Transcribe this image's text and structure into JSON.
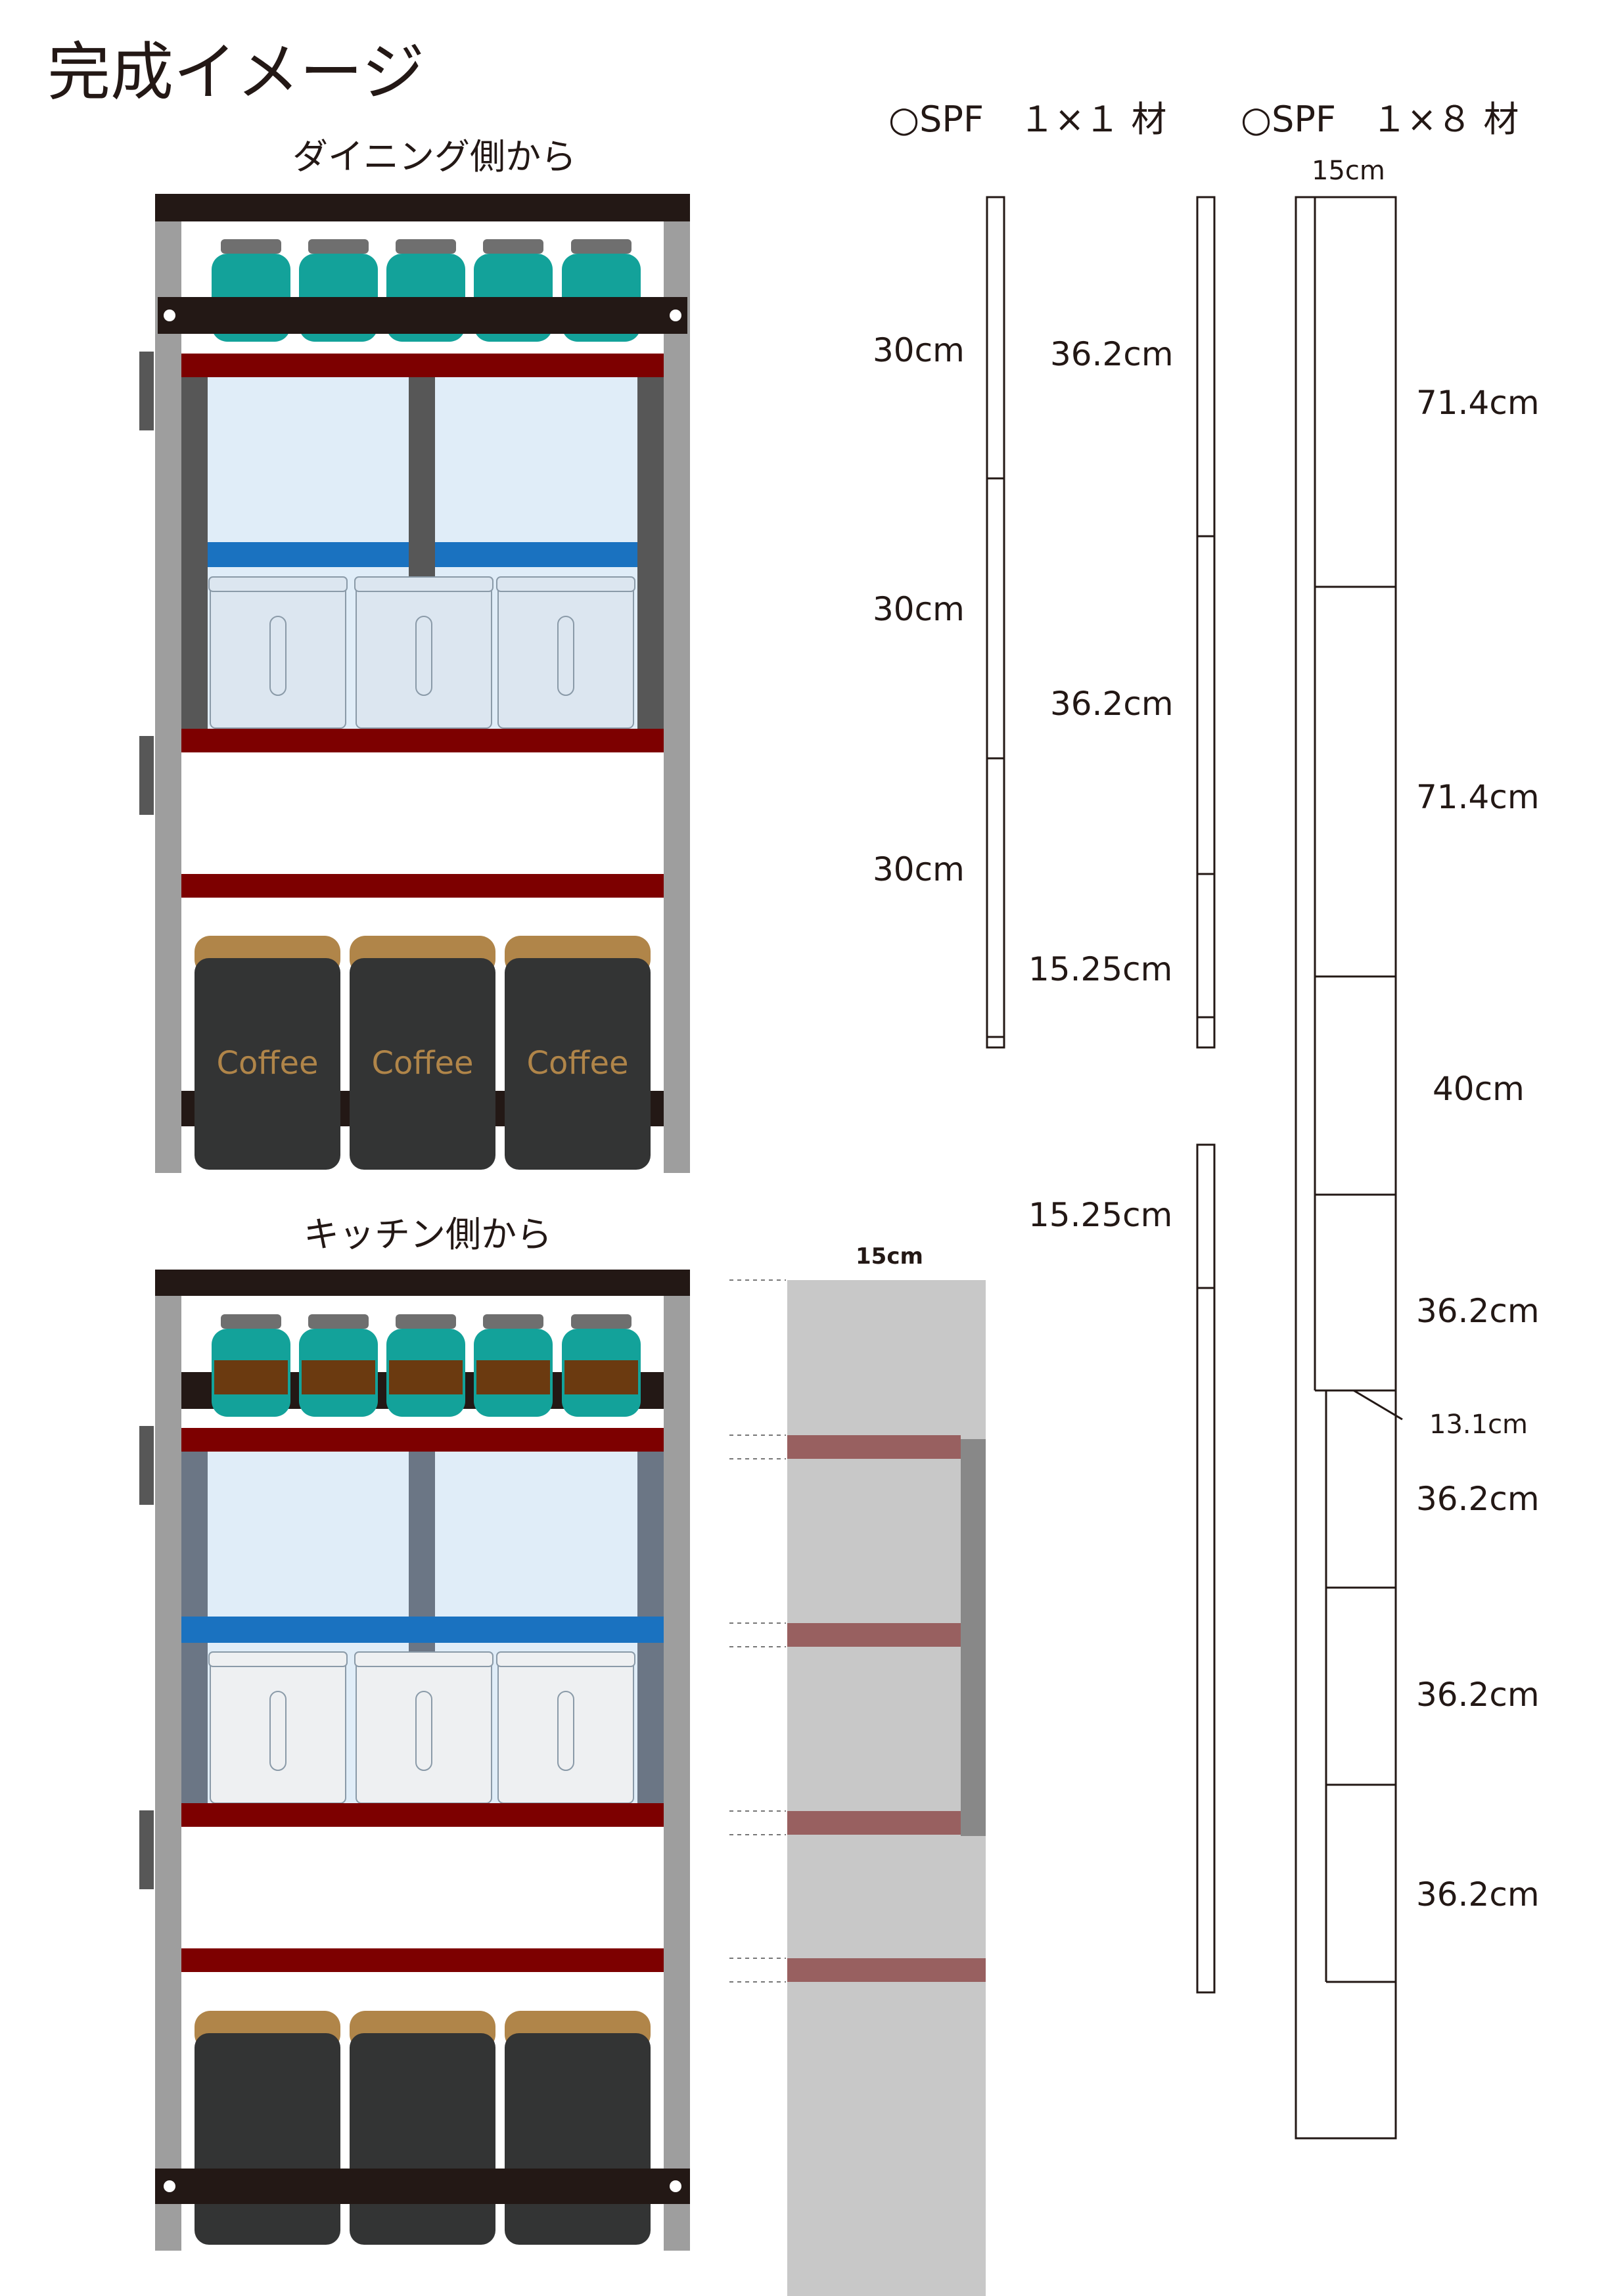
{
  "title": "完成イメージ",
  "views": {
    "dining_label": "ダイニング側から",
    "kitchen_label": "キッチン側から",
    "canister_label": "Coffee"
  },
  "side_width_label": "15cm",
  "lumber_1x1": {
    "header": "○SPF　１×１ 材",
    "column_a": [
      "30cm",
      "30cm",
      "30cm"
    ],
    "column_b": [
      "36.2cm",
      "36.2cm",
      "15.25cm",
      "15.25cm"
    ]
  },
  "lumber_1x8": {
    "header": "○SPF　１×８ 材",
    "width_label": "15cm",
    "pieces": [
      "71.4cm",
      "71.4cm",
      "40cm",
      "36.2cm",
      "36.2cm",
      "36.2cm",
      "36.2cm"
    ],
    "offset_label": "13.1cm"
  },
  "colors": {
    "frame_dark": "#231815",
    "post_gray": "#9e9e9e",
    "shelf_red": "#7d0000",
    "jar_teal": "#13a29a",
    "jar_lid": "#6f6f6f",
    "jar_band": "#6b3a10",
    "glass_blue": "#e0edf8",
    "blue_bar": "#1a72c0",
    "bin": "#dce6f0",
    "canister_body": "#333434",
    "canister_lid": "#b08549",
    "canister_text": "#b08549",
    "side_panel": "#c8c8c8",
    "side_shelf": "#986060",
    "side_post": "#888888"
  }
}
